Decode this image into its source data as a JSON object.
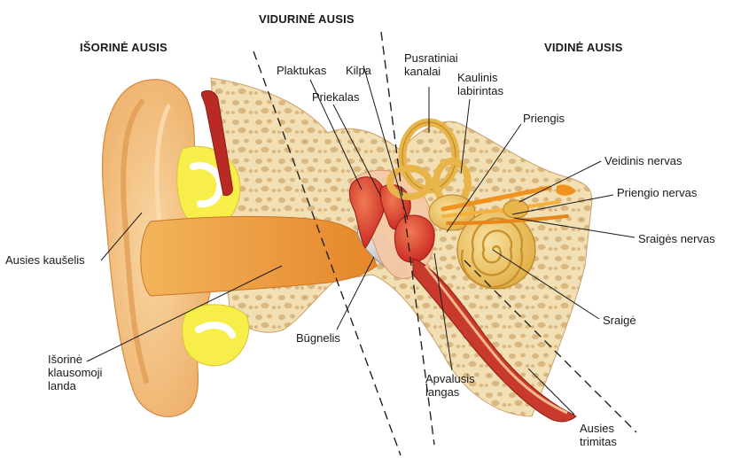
{
  "sections": {
    "outer": "IŠORINĖ AUSIS",
    "middle": "VIDURINĖ AUSIS",
    "inner": "VIDINĖ AUSIS"
  },
  "labels": {
    "auricle": "Ausies kaušelis",
    "canal": "Išorinė\nklausomoji\nlanda",
    "eardrum": "Būgnelis",
    "malleus": "Plaktukas",
    "incus": "Priekalas",
    "stapes": "Kilpa",
    "canals": "Pusratiniai\nkanalai",
    "labyrinth": "Kaulinis\nlabirintas",
    "vestibule": "Priengis",
    "facial_nerve": "Veidinis nervas",
    "vestibular_nerve": "Priengio nervas",
    "cochlear_nerve": "Sraigės nervas",
    "cochlea": "Sraigė",
    "round_window": "Apvalusis\nlangas",
    "eustachian": "Ausies\ntrimitas"
  },
  "colors": {
    "skin": "#f4c58a",
    "skin_dark": "#e8a45c",
    "bone": "#f3dfb4",
    "bone_pore": "#d9b780",
    "canal": "#e98f2e",
    "ossicle": "#d9342b",
    "muscle": "#b92a24",
    "cartilage": "#f7ee4a",
    "inner": "#ecc25a",
    "nerve": "#f0921e",
    "drum": "#c9c9c9"
  }
}
